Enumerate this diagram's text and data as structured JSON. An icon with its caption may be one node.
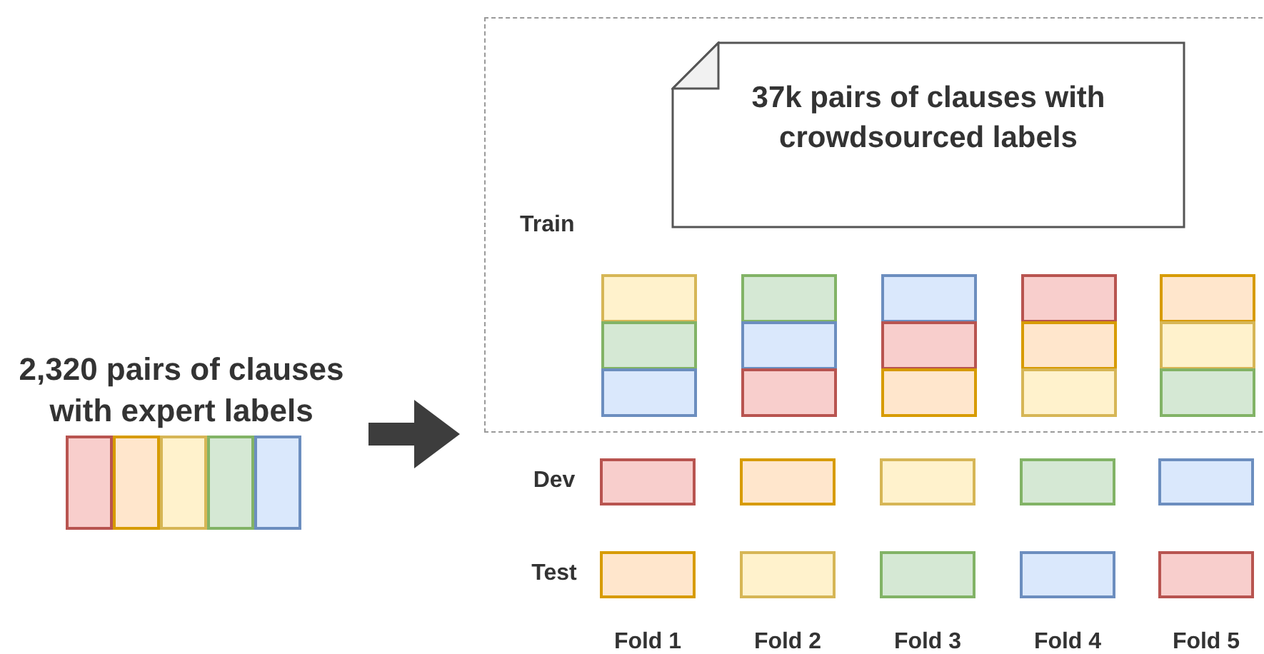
{
  "diagram": {
    "nodes": [
      {
        "text": [
          "2,320 pairs of clauses with expert labels"
        ]
      },
      {
        "text": [],
        "shape": "box"
      },
      {
        "text": [],
        "shape": "box"
      },
      {
        "text": [],
        "shape": "box"
      },
      {
        "text": [],
        "shape": "box"
      },
      {
        "text": [],
        "shape": "box"
      },
      {
        "text": [
          "Train"
        ]
      },
      {
        "text": [
          "37k pairs of clauses with crowdsourced labels"
        ],
        "in": 6
      },
      {
        "text": [],
        "shape": "box",
        "in": 6
      },
      {
        "text": [],
        "shape": "box",
        "in": 6
      },
      {
        "text": [],
        "shape": "box",
        "in": 6
      },
      {
        "text": [],
        "shape": "box",
        "in": 6
      },
      {
        "text": [],
        "shape": "box",
        "in": 6
      },
      {
        "text": [],
        "shape": "box",
        "in": 6
      },
      {
        "text": [],
        "shape": "box",
        "in": 6
      },
      {
        "text": [],
        "shape": "box",
        "in": 6
      },
      {
        "text": [],
        "shape": "box",
        "in": 6
      },
      {
        "text": [],
        "shape": "box",
        "in": 6
      },
      {
        "text": [],
        "shape": "box",
        "in": 6
      },
      {
        "text": [],
        "shape": "box",
        "in": 6
      },
      {
        "text": [],
        "shape": "box",
        "in": 6
      },
      {
        "text": [],
        "shape": "box",
        "in": 6
      },
      {
        "text": [],
        "shape": "box",
        "in": 6
      },
      {
        "text": [],
        "shape": "box"
      },
      {
        "text": [],
        "shape": "box"
      },
      {
        "text": [],
        "shape": "box"
      },
      {
        "text": [],
        "shape": "box"
      },
      {
        "text": [],
        "shape": "box"
      },
      {
        "text": [],
        "shape": "box"
      },
      {
        "text": [],
        "shape": "box"
      },
      {
        "text": [],
        "shape": "box"
      },
      {
        "text": [],
        "shape": "box"
      },
      {
        "text": [],
        "shape": "box"
      }
    ],
    "edges": [
      {
        "from": 0,
        "to": 6,
        "arrow": "to",
        "style": "thick"
      }
    ],
    "labels": [
      "Dev",
      "Test",
      "Fold 1",
      "Fold 2",
      "Fold 3",
      "Fold 4",
      "Fold 5"
    ]
  }
}
